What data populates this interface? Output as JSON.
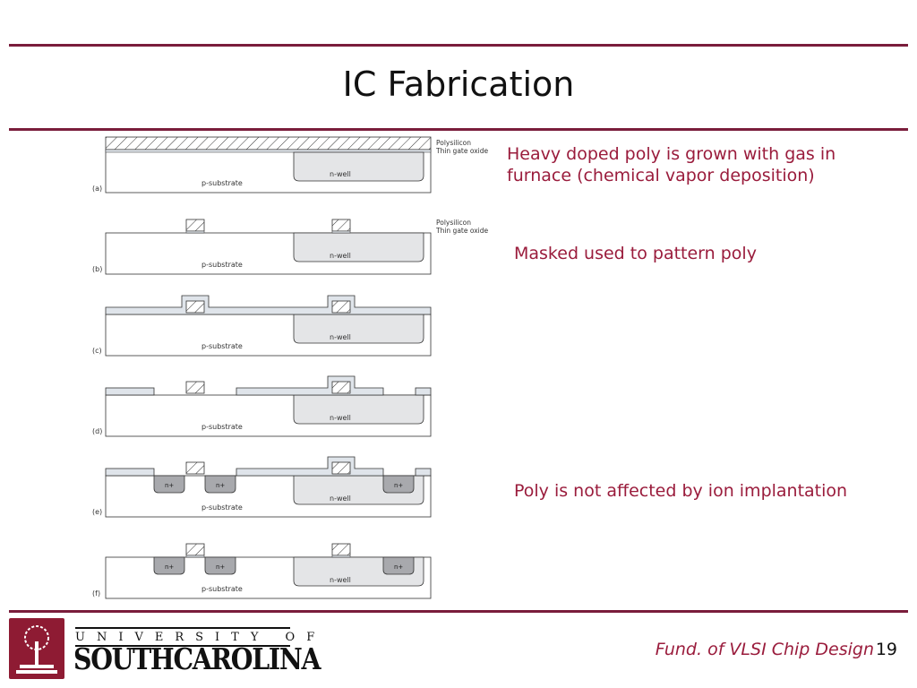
{
  "title": "IC Fabrication",
  "notes": [
    "Heavy doped poly is grown with gas in furnace (chemical vapor deposition)",
    "Masked used to pattern poly",
    "Poly is not affected by ion implantation"
  ],
  "diagram": {
    "step_labels": [
      "(a)",
      "(b)",
      "(c)",
      "(d)",
      "(e)",
      "(f)"
    ],
    "polysilicon_label": "Polysilicon",
    "oxide_label": "Thin gate oxide",
    "substrate_label": "p-substrate",
    "nwell_label": "n-well",
    "nplus_label": "n+"
  },
  "footer": {
    "course": "Fund. of VLSI Chip Design",
    "page": "19",
    "university_top": "UNIVERSITY OF",
    "university_main": "SOUTHCAROLINA"
  },
  "colors": {
    "accent": "#7a1d3b",
    "note_text": "#9a1c3c",
    "nwell_fill": "#e4e5e7",
    "nplus_fill": "#a8a9ad",
    "oxide_fill": "#dfe4ea"
  }
}
